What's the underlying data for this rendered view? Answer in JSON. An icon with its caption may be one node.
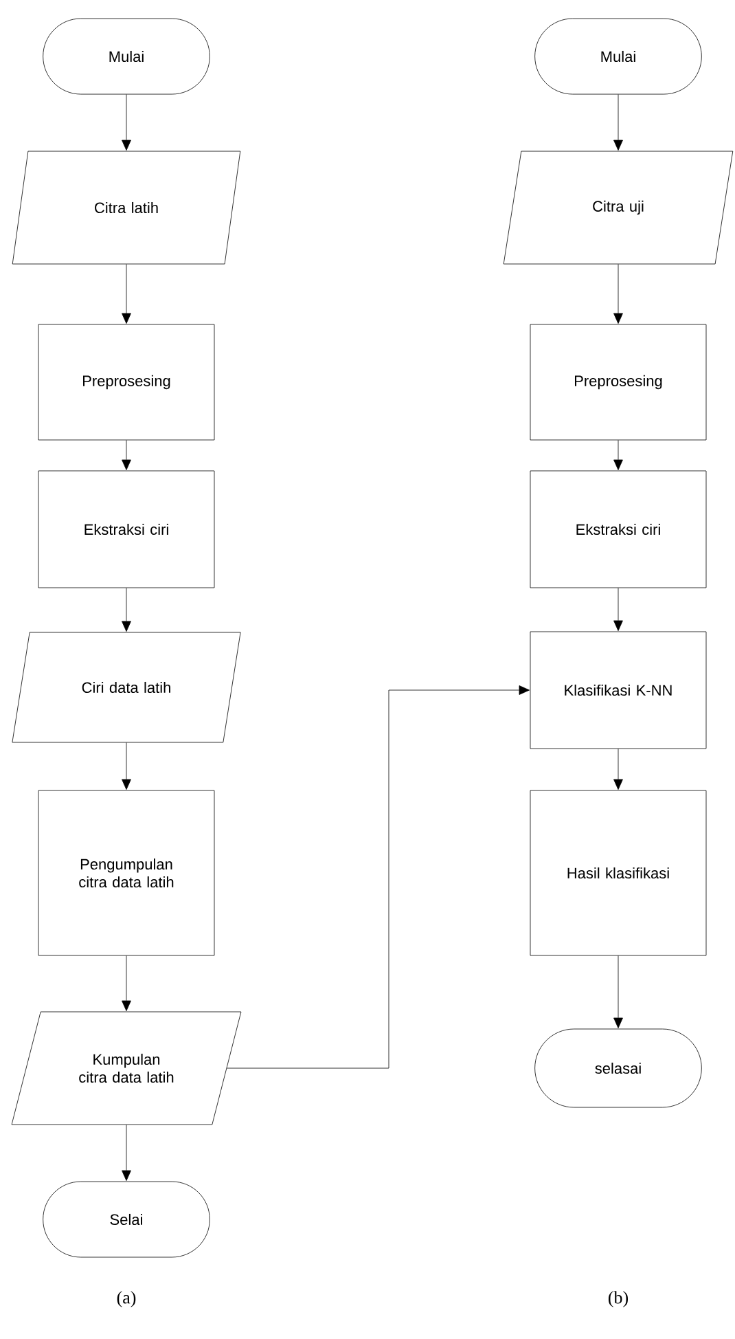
{
  "diagram": {
    "nodes": [
      {
        "text": [
          "Mulai"
        ]
      },
      {
        "text": [
          "Citra latih"
        ]
      },
      {
        "text": [
          "Preprosesing"
        ]
      },
      {
        "text": [
          "Ekstraksi ciri"
        ]
      },
      {
        "text": [
          "Ciri data latih"
        ]
      },
      {
        "text": [
          "Pengumpulan citra data latih"
        ]
      },
      {
        "text": [
          "Kumpulan citra data latih"
        ]
      },
      {
        "text": [
          "Selai"
        ]
      },
      {
        "text": [
          "Mulai"
        ]
      },
      {
        "text": [
          "Citra uji"
        ]
      },
      {
        "text": [
          "Preprosesing"
        ]
      },
      {
        "text": [
          "Ekstraksi ciri"
        ]
      },
      {
        "text": [
          "Klasifikasi K-NN"
        ]
      },
      {
        "text": [
          "Hasil klasifikasi"
        ]
      },
      {
        "text": [
          "selasai"
        ]
      }
    ],
    "edges": [
      {
        "from": 0,
        "to": 1,
        "arrow": "to"
      },
      {
        "from": 1,
        "to": 2,
        "arrow": "to"
      },
      {
        "from": 2,
        "to": 3,
        "arrow": "to"
      },
      {
        "from": 3,
        "to": 4,
        "arrow": "to"
      },
      {
        "from": 4,
        "to": 5,
        "arrow": "to"
      },
      {
        "from": 5,
        "to": 6,
        "arrow": "to"
      },
      {
        "from": 6,
        "to": 7,
        "arrow": "to"
      },
      {
        "from": 8,
        "to": 9,
        "arrow": "to"
      },
      {
        "from": 9,
        "to": 10,
        "arrow": "to"
      },
      {
        "from": 10,
        "to": 11,
        "arrow": "to"
      },
      {
        "from": 11,
        "to": 12,
        "arrow": "to"
      },
      {
        "from": 6,
        "to": 12,
        "arrow": "to"
      },
      {
        "from": 12,
        "to": 13,
        "arrow": "to"
      },
      {
        "from": 13,
        "to": 14,
        "arrow": "to"
      }
    ],
    "labels": [
      "(a)",
      "(b)"
    ]
  }
}
